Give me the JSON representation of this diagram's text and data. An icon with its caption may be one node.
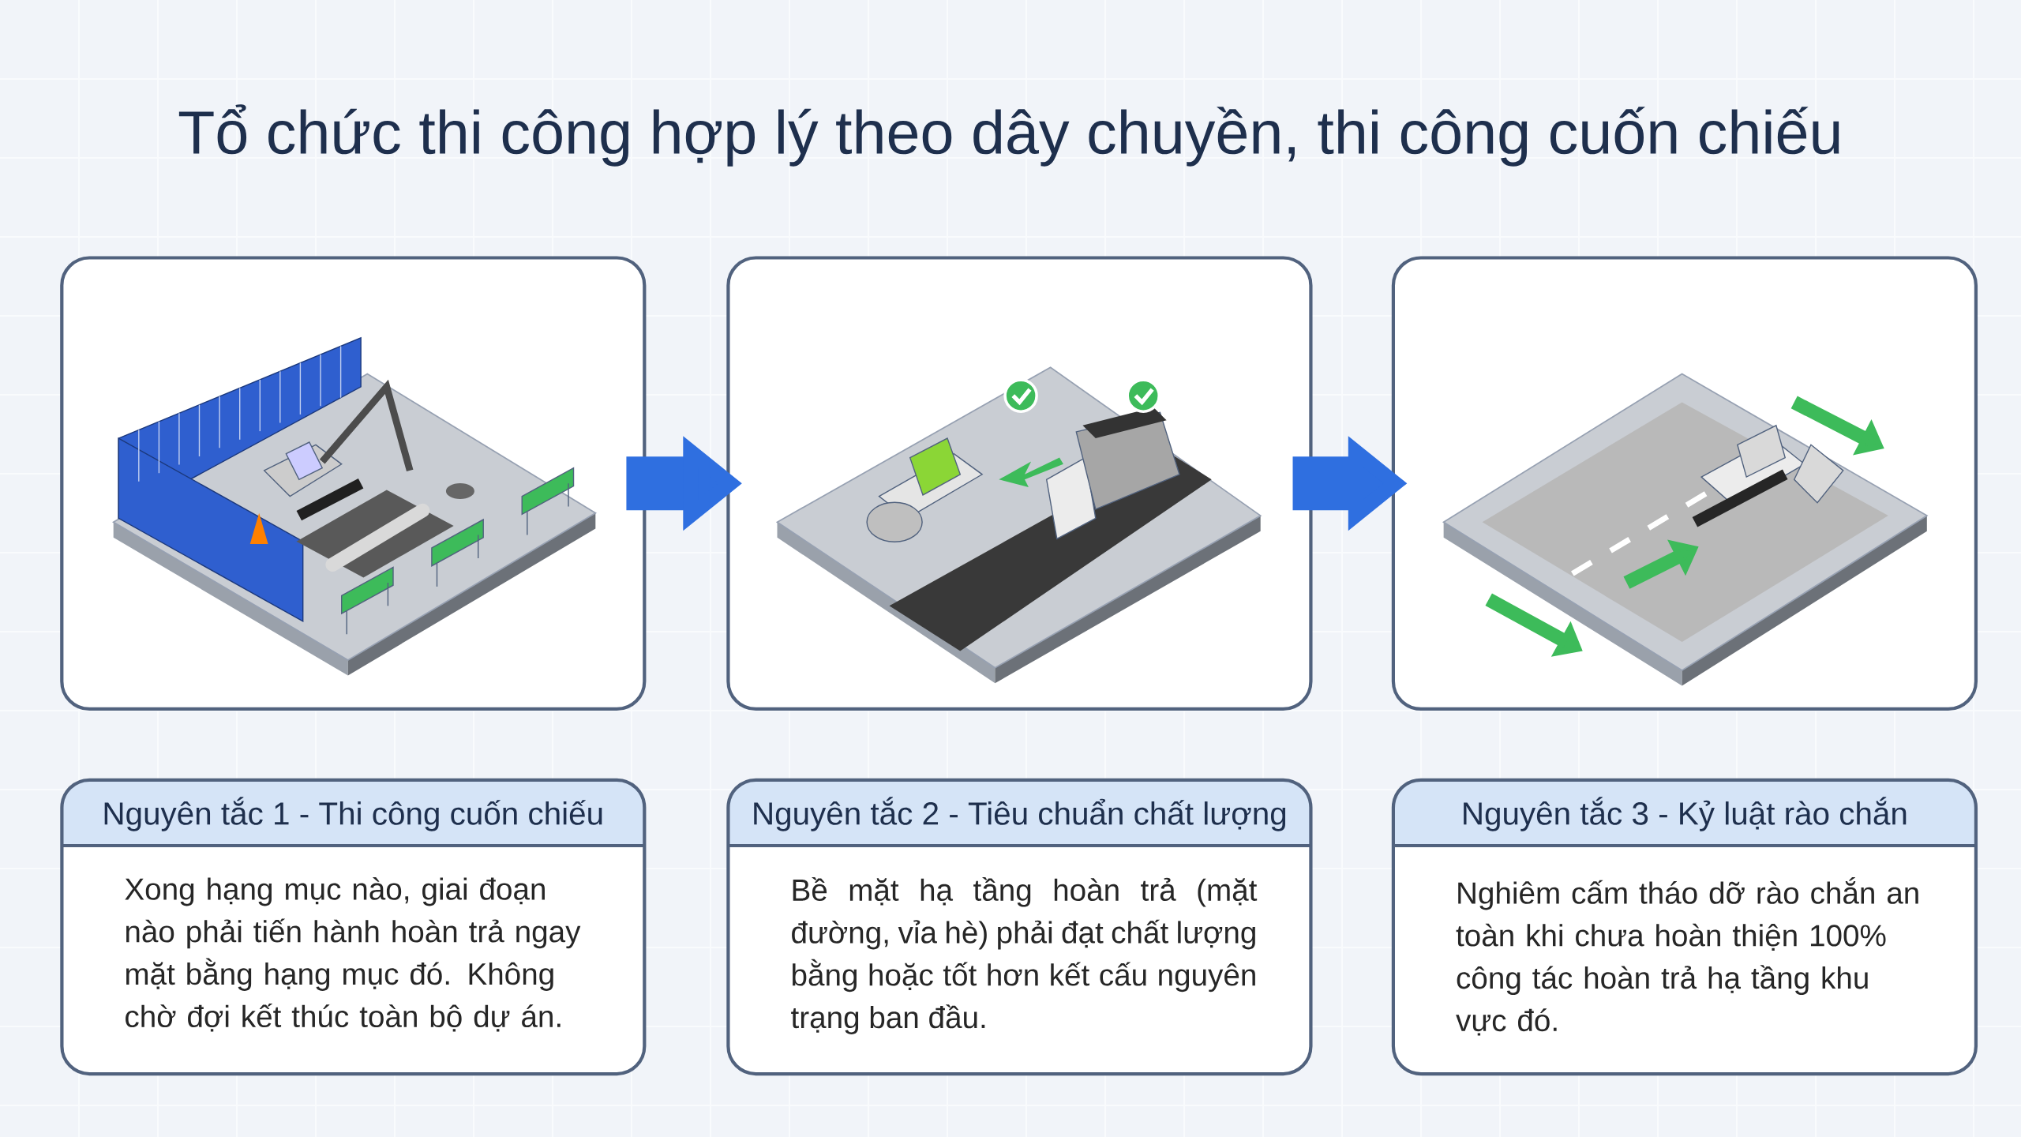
{
  "diagram": {
    "title": "Tổ chức thi công hợp lý theo dây chuyền, thi công cuốn chiếu",
    "nodes": [
      {
        "text": [],
        "shape": "picture"
      },
      {
        "text": [],
        "shape": "picture"
      },
      {
        "text": [],
        "shape": "picture"
      },
      {
        "text": [
          "Nguyên tắc 1 - Thi công cuốn chiếu",
          "Xong hạng mục nào, giai đoạn nào phải tiến hành hoàn trả ngay mặt bằng hạng mục đó. Không chờ đợi kết thúc toàn bộ dự án."
        ]
      },
      {
        "text": [
          "Nguyên tắc 2 - Tiêu chuẩn chất lượng",
          "Bề mặt hạ tầng hoàn trả (mặt đường, vỉa hè) phải đạt chất lượng bằng hoặc tốt hơn kết cấu nguyên trạng ban đầu."
        ]
      },
      {
        "text": [
          "Nguyên tắc 3 - Kỷ luật rào chắn",
          "Nghiêm cấm tháo dỡ rào chắn an toàn khi chưa hoàn thiện 100% công tác hoàn trả hạ tầng khu vực đó."
        ]
      }
    ],
    "edges": [
      {
        "from": 0,
        "to": 1,
        "arrow": "to"
      },
      {
        "from": 1,
        "to": 2,
        "arrow": "to"
      }
    ]
  }
}
